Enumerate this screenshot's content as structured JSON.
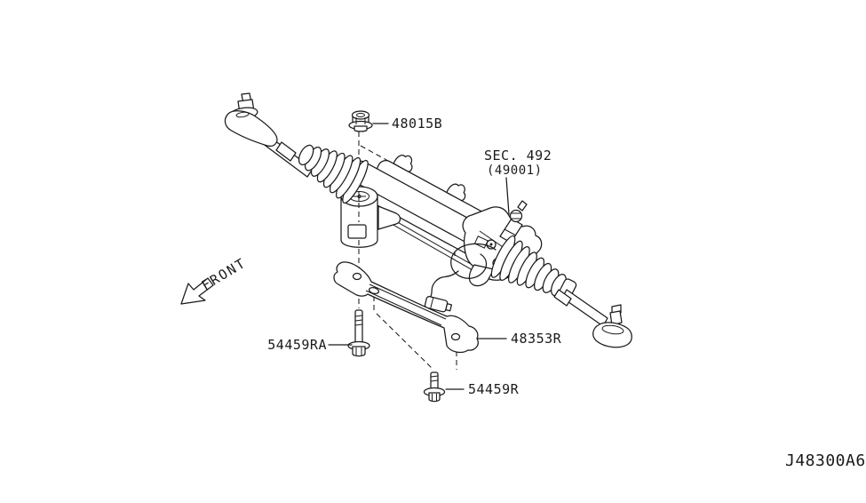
{
  "colors": {
    "background": "#ffffff",
    "line": "#1a1a1a"
  },
  "orientation": {
    "front_label": "FRONT"
  },
  "section_callout": {
    "line1": "SEC. 492",
    "line2": "(49001)"
  },
  "parts": {
    "mount_nut": {
      "number": "48015B"
    },
    "mount_bolt_front": {
      "number": "54459RA"
    },
    "bracket": {
      "number": "48353R"
    },
    "mount_bolt_rear": {
      "number": "54459R"
    }
  },
  "footer": {
    "drawing_code": "J48300A6"
  }
}
